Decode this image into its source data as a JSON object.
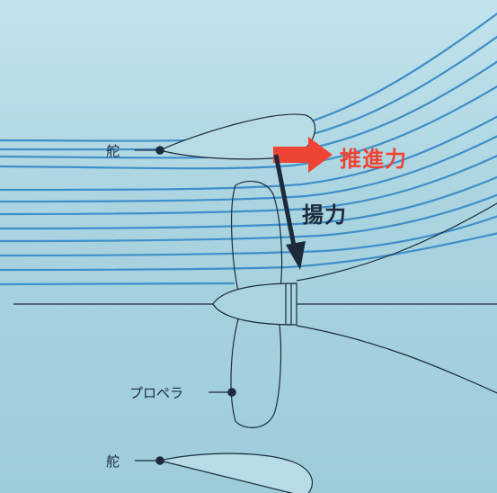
{
  "labels": {
    "rudder_top": "舵",
    "rudder_bottom": "舵",
    "propeller": "プロペラ",
    "thrust": "推進力",
    "lift": "揚力"
  },
  "colors": {
    "background": "#a9d3df",
    "flow_lines": "#3f8fca",
    "outline": "#1c2a3c",
    "thrust_arrow": "#ee4433",
    "lift_arrow": "#1c2a3c"
  }
}
